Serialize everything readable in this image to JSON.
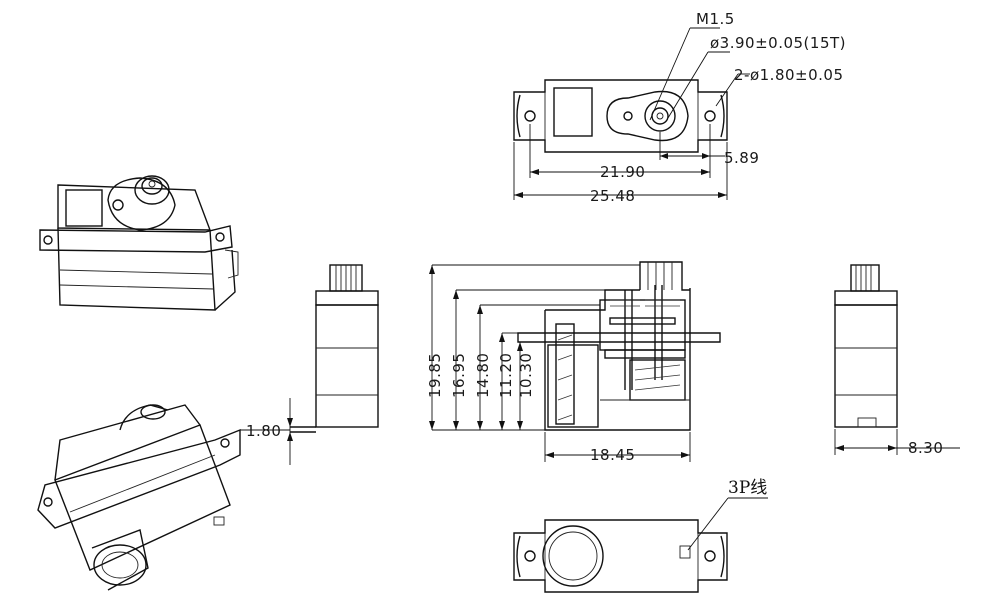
{
  "top_view": {
    "callout_screw": "M1.5",
    "callout_spline": "ø3.90±0.05(15T)",
    "callout_holes": "2-ø1.80±0.05",
    "dim_shaft_offset": "5.89",
    "dim_hole_pitch": "21.90",
    "dim_overall_length": "25.48"
  },
  "section_view": {
    "dim_heights": [
      "19.85",
      "16.95",
      "14.80",
      "11.20",
      "10.30"
    ],
    "dim_body_length": "18.45"
  },
  "front_view": {
    "dim_flange_thickness": "1.80"
  },
  "side_view": {
    "dim_width": "8.30"
  },
  "bottom_view": {
    "wire_label": "3P线"
  }
}
